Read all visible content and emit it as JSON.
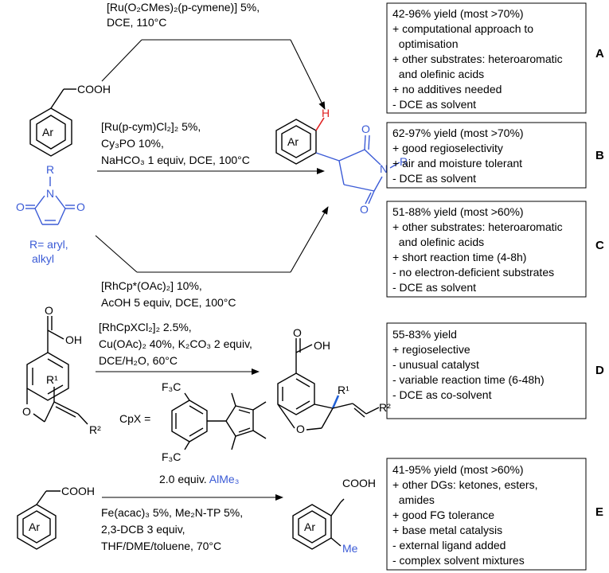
{
  "top": {
    "reagent_a_line1": "[Ru(O₂CMes)₂(p-cymene)] 5%,",
    "reagent_a_line2": "DCE, 110°C",
    "reagent_b_line1": "[Ru(p-cym)Cl₂]₂ 5%,",
    "reagent_b_line2": "Cy₃PO 10%,",
    "reagent_b_line3": "NaHCO₃ 1 equiv, DCE, 100°C",
    "reagent_c_line1": "[RhCp*(OAc)₂] 10%,",
    "reagent_c_line2": "AcOH 5 equiv, DCE, 100°C",
    "acid_label": "COOH",
    "ar_label": "Ar",
    "maleimide_r": "R",
    "maleimide_n": "N",
    "maleimide_o_left": "O",
    "maleimide_o_right": "O",
    "r_def_line1": "R= aryl,",
    "r_def_line2": "alkyl",
    "product_ar": "Ar",
    "product_h": "H",
    "product_o_top": "O",
    "product_o_bottom": "O",
    "product_n": "N",
    "product_r": "R"
  },
  "boxes": {
    "A": {
      "letter": "A",
      "lines": [
        "42-96% yield  (most >70%)",
        "+ computational approach to",
        "  optimisation",
        "+ other substrates: heteroaromatic",
        "  and olefinic acids",
        "+ no additives needed",
        "- DCE as solvent"
      ]
    },
    "B": {
      "letter": "B",
      "lines": [
        "62-97% yield (most >70%)",
        "+ good regioselectivity",
        "+ air and moisture tolerant",
        "- DCE as solvent"
      ]
    },
    "C": {
      "letter": "C",
      "lines": [
        "51-88% yield (most >60%)",
        "+ other substrates: heteroaromatic",
        "  and olefinic acids",
        "+ short reaction time (4-8h)",
        "- no electron-deficient substrates",
        "- DCE as solvent"
      ]
    },
    "D": {
      "letter": "D",
      "lines": [
        "55-83% yield",
        "+ regioselective",
        "- unusual catalyst",
        "- variable reaction time (6-48h)",
        "- DCE as co-solvent"
      ]
    },
    "E": {
      "letter": "E",
      "lines": [
        "41-95% yield (most >60%)",
        "+ other DGs: ketones, esters,",
        "  amides",
        "+ good FG tolerance",
        "+ base metal catalysis",
        "- external ligand added",
        "- complex solvent mixtures"
      ]
    }
  },
  "middle": {
    "reagent_line1": "[RhCpXCl₂]₂ 2.5%,",
    "reagent_line2": "Cu(OAc)₂ 40%, K₂CO₃ 2 equiv,",
    "reagent_line3": "DCE/H₂O, 60°C",
    "cpx_label": "CpX =",
    "cf3_top": "F₃C",
    "cf3_bottom": "F₃C",
    "sm_o": "O",
    "sm_oh": "OH",
    "sm_ether_o": "O",
    "sm_r1": "R¹",
    "sm_r2": "R²",
    "p_o": "O",
    "p_oh": "OH",
    "p_ring_o": "O",
    "p_r1": "R¹",
    "p_r2": "R²"
  },
  "bottom": {
    "acid_label": "COOH",
    "ar_label": "Ar",
    "above_arrow_prefix": "2.0 equiv.",
    "above_arrow_reagent": "AlMe₃",
    "below_line1": "Fe(acac)₃ 5%, Me₂N-TP 5%,",
    "below_line2": "2,3-DCB 3 equiv,",
    "below_line3": "THF/DME/toluene, 70°C",
    "product_acid": "COOH",
    "product_ar": "Ar",
    "product_me": "Me"
  }
}
